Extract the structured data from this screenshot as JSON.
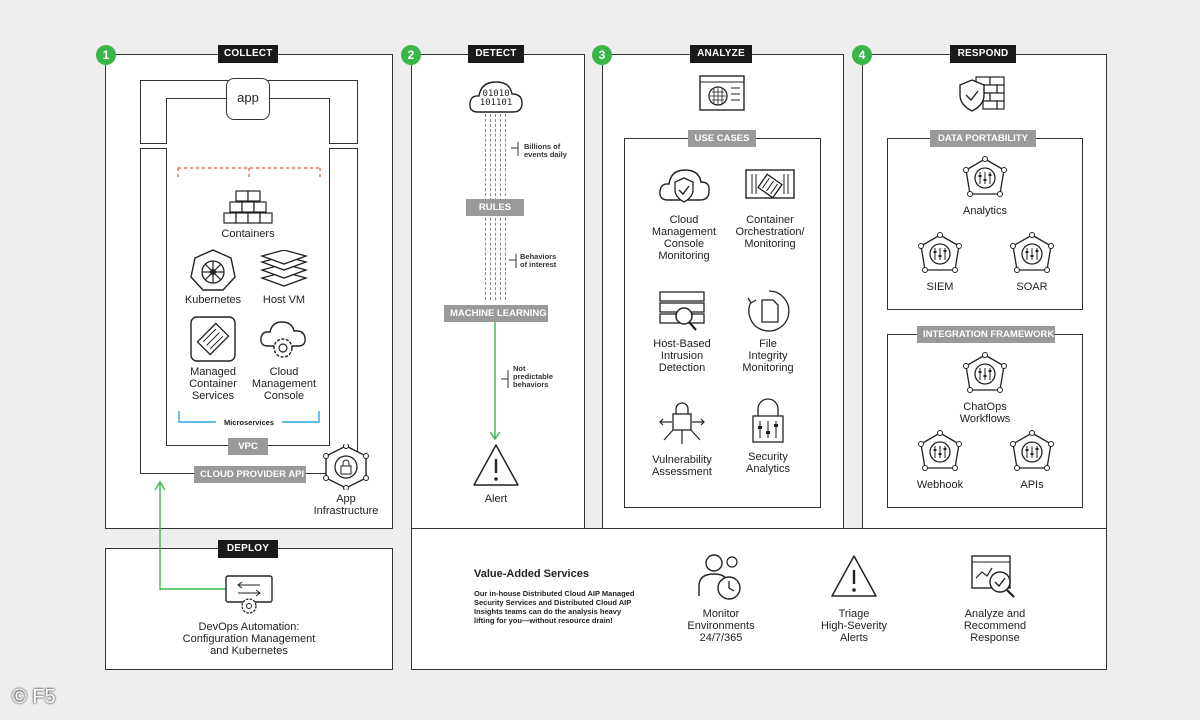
{
  "steps": {
    "collect": {
      "num": "1",
      "label": "COLLECT"
    },
    "detect": {
      "num": "2",
      "label": "DETECT"
    },
    "analyze": {
      "num": "3",
      "label": "ANALYZE"
    },
    "respond": {
      "num": "4",
      "label": "RESPOND"
    }
  },
  "collect": {
    "app": "app",
    "containers": "Containers",
    "kubernetes": "Kubernetes",
    "host_vm": "Host VM",
    "managed_container_services": [
      "Managed",
      "Container",
      "Services"
    ],
    "cloud_management_console": [
      "Cloud",
      "Management",
      "Console"
    ],
    "microservices": "Microservices",
    "vpc": "VPC",
    "cloud_provider_api": "CLOUD PROVIDER API",
    "app_infrastructure": [
      "App",
      "Infrastructure"
    ]
  },
  "deploy": {
    "label": "DEPLOY",
    "text": [
      "DevOps Automation:",
      "Configuration Management",
      "and Kubernetes"
    ]
  },
  "detect": {
    "binary": [
      "01010",
      "101101"
    ],
    "billions": [
      "Billions of",
      "events daily"
    ],
    "rules": "RULES",
    "behaviors": [
      "Behaviors",
      "of interest"
    ],
    "machine_learning": "MACHINE LEARNING",
    "not_predictable": [
      "Not",
      "predictable",
      "behaviors"
    ],
    "alert": "Alert"
  },
  "analyze": {
    "use_cases": "USE CASES",
    "items": [
      [
        "Cloud",
        "Management",
        "Console",
        "Monitoring"
      ],
      [
        "Container",
        "Orchestration/",
        "Monitoring"
      ],
      [
        "Host-Based",
        "Intrusion",
        "Detection"
      ],
      [
        "File",
        "Integrity",
        "Monitoring"
      ],
      [
        "Vulnerability",
        "Assessment"
      ],
      [
        "Security",
        "Analytics"
      ]
    ]
  },
  "respond": {
    "data_portability": "DATA PORTABILITY",
    "analytics": "Analytics",
    "siem": "SIEM",
    "soar": "SOAR",
    "integration_framework": "INTEGRATION FRAMEWORK",
    "chatops": [
      "ChatOps",
      "Workflows"
    ],
    "webhook": "Webhook",
    "apis": "APIs"
  },
  "value_added": {
    "title": "Value-Added Services",
    "desc": [
      "Our in-house Distributed Cloud AIP Managed",
      "Security Services and Distributed Cloud AIP",
      "Insights teams can do the analysis heavy",
      "lifting for you—without resource drain!"
    ],
    "monitor": [
      "Monitor",
      "Environments",
      "24/7/365"
    ],
    "triage": [
      "Triage",
      "High-Severity",
      "Alerts"
    ],
    "analyze_recommend": [
      "Analyze and",
      "Recommend",
      "Response"
    ]
  },
  "copyright": "© F5",
  "colors": {
    "accent_green": "#3ab54a",
    "alert_red": "#e8553a",
    "micro_blue": "#2aa7d8"
  }
}
